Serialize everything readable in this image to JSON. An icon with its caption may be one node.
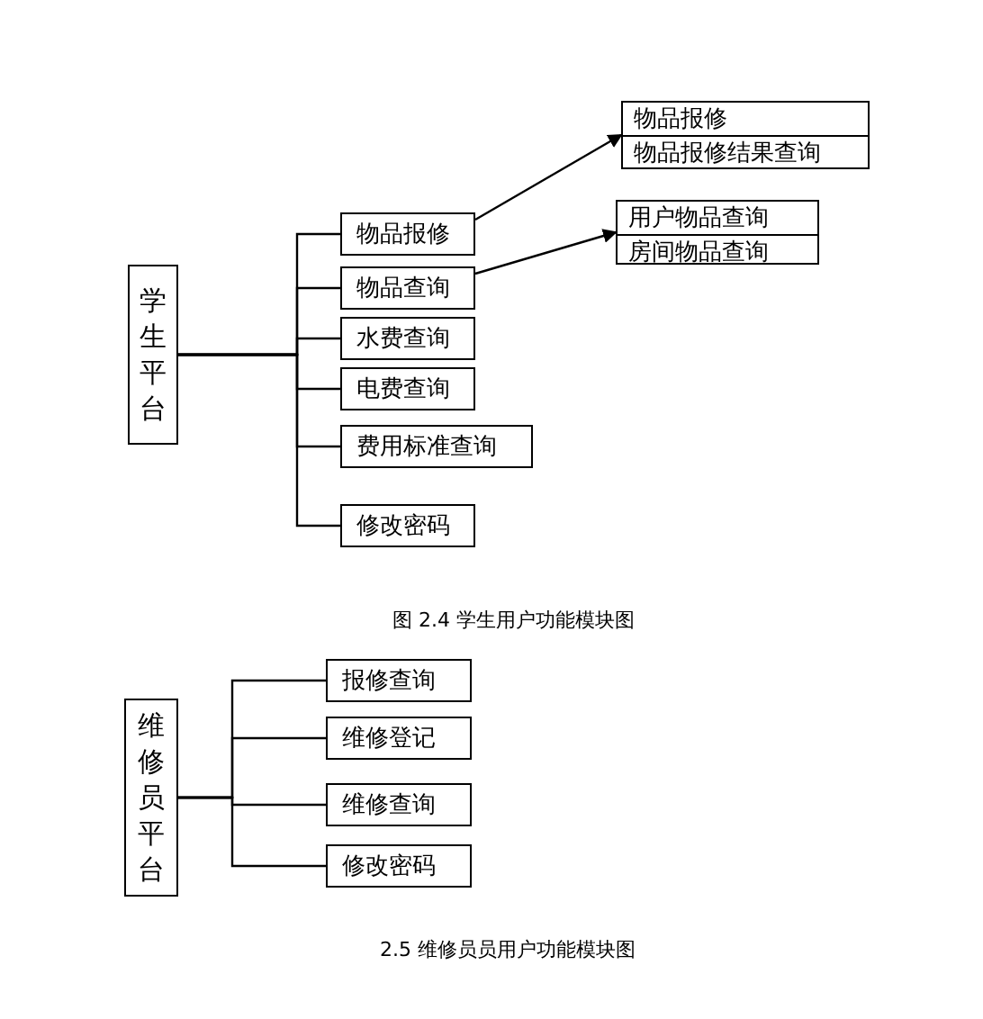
{
  "diagram": {
    "nodes": [
      {
        "text": [
          "学生平台"
        ]
      },
      {
        "text": [
          "物品报修"
        ]
      },
      {
        "text": [
          "物品查询"
        ]
      },
      {
        "text": [
          "水费查询"
        ]
      },
      {
        "text": [
          "电费查询"
        ]
      },
      {
        "text": [
          "费用标准查询"
        ]
      },
      {
        "text": [
          "修改密码"
        ]
      },
      {
        "text": [
          "物品报修",
          "物品报修结果查询"
        ]
      },
      {
        "text": [
          "用户物品查询",
          "房间物品查询"
        ]
      },
      {
        "text": [
          "维修员平台"
        ]
      },
      {
        "text": [
          "报修查询"
        ]
      },
      {
        "text": [
          "维修登记"
        ]
      },
      {
        "text": [
          "维修查询"
        ]
      },
      {
        "text": [
          "修改密码"
        ]
      }
    ],
    "edges": [
      {
        "from": 0,
        "to": 1,
        "arrow": "none"
      },
      {
        "from": 0,
        "to": 2,
        "arrow": "none"
      },
      {
        "from": 0,
        "to": 3,
        "arrow": "none"
      },
      {
        "from": 0,
        "to": 4,
        "arrow": "none"
      },
      {
        "from": 0,
        "to": 5,
        "arrow": "none"
      },
      {
        "from": 0,
        "to": 6,
        "arrow": "none"
      },
      {
        "from": 1,
        "to": 7,
        "arrow": "to"
      },
      {
        "from": 2,
        "to": 8,
        "arrow": "to"
      },
      {
        "from": 9,
        "to": 10,
        "arrow": "none"
      },
      {
        "from": 9,
        "to": 11,
        "arrow": "none"
      },
      {
        "from": 9,
        "to": 12,
        "arrow": "none"
      },
      {
        "from": 9,
        "to": 13,
        "arrow": "none"
      }
    ],
    "labels": [
      "图 2.4  学生用户功能模块图",
      "2.5  维修员员用户功能模块图"
    ]
  }
}
